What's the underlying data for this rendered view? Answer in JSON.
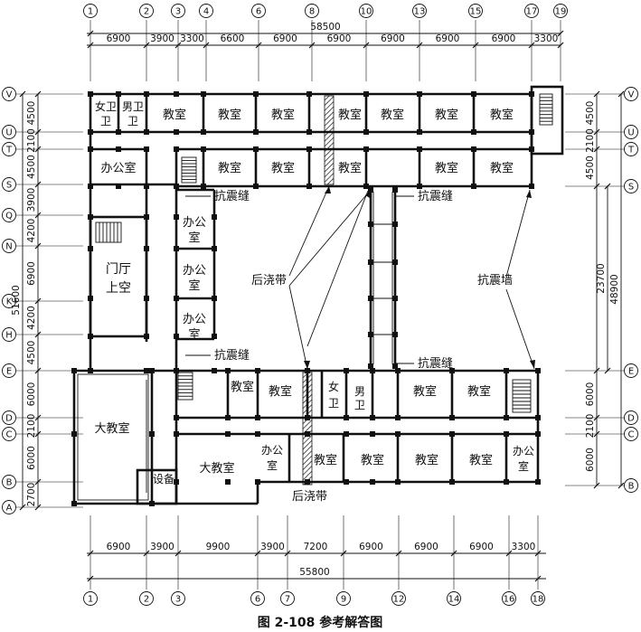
{
  "caption": "图 2-108   参考解答图",
  "top_axes": [
    "1",
    "2",
    "3",
    "4",
    "6",
    "8",
    "10",
    "13",
    "15",
    "17",
    "19"
  ],
  "top_dims": [
    "6900",
    "3900",
    "3300",
    "6600",
    "6900",
    "6900",
    "6900",
    "6900",
    "6900",
    "3300"
  ],
  "top_total": "58500",
  "bottom_axes": [
    "1",
    "2",
    "3",
    "6",
    "7",
    "9",
    "12",
    "14",
    "16",
    "18"
  ],
  "bottom_dims": [
    "6900",
    "3900",
    "9900",
    "3900",
    "7200",
    "6900",
    "6900",
    "6900",
    "3300"
  ],
  "bottom_total": "55800",
  "left_axes": [
    "V",
    "U",
    "T",
    "S",
    "Q",
    "N",
    "K",
    "H",
    "E",
    "D",
    "C",
    "B",
    "A"
  ],
  "left_dims": [
    "4500",
    "2100",
    "4500",
    "3900",
    "4200",
    "6900",
    "4200",
    "4500",
    "6000",
    "2100",
    "6000",
    "2700"
  ],
  "left_total": "51600",
  "right_axes": [
    "V",
    "U",
    "T",
    "S",
    "E",
    "D",
    "C",
    "B"
  ],
  "right_dims": [
    "4500",
    "2100",
    "4500",
    "6000",
    "2100",
    "6000"
  ],
  "right_mid": "23700",
  "right_total": "48900",
  "rooms": {
    "nv_wc": "女卫",
    "nan_wc": "男卫",
    "classroom": "教室",
    "office": "办公室",
    "office_v1": "办公",
    "office_v2": "室",
    "lobby_1": "门厅",
    "lobby_2": "上空",
    "big_classroom": "大教室",
    "equipment": "设备",
    "women_1": "女",
    "women_2": "卫",
    "men_1": "男",
    "men_2": "卫",
    "office_h1": "办公",
    "office_h2": "室"
  },
  "annotations": {
    "seismic_joint": "抗震缝",
    "post_pour": "后浇带",
    "seismic_wall": "抗震墙"
  }
}
